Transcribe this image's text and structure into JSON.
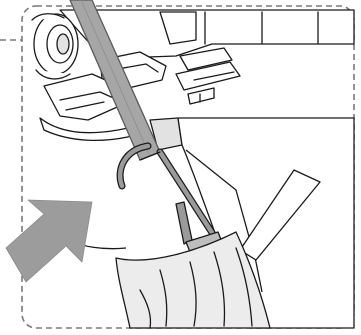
{
  "illustration": {
    "colors": {
      "background": "#ffffff",
      "line": "#1a1a1a",
      "belt": "#a6a6a6",
      "belt_edge": "#5a5a5a",
      "arrow": "#9c9c9c",
      "shade": "#e2e2e2",
      "border": "#7a7a7a"
    },
    "parts": [
      "callout-frame",
      "seat-structure",
      "seat-belt-strap",
      "belt-retainer-hook",
      "release-tab",
      "seat-bag-cover",
      "direction-arrow"
    ]
  }
}
